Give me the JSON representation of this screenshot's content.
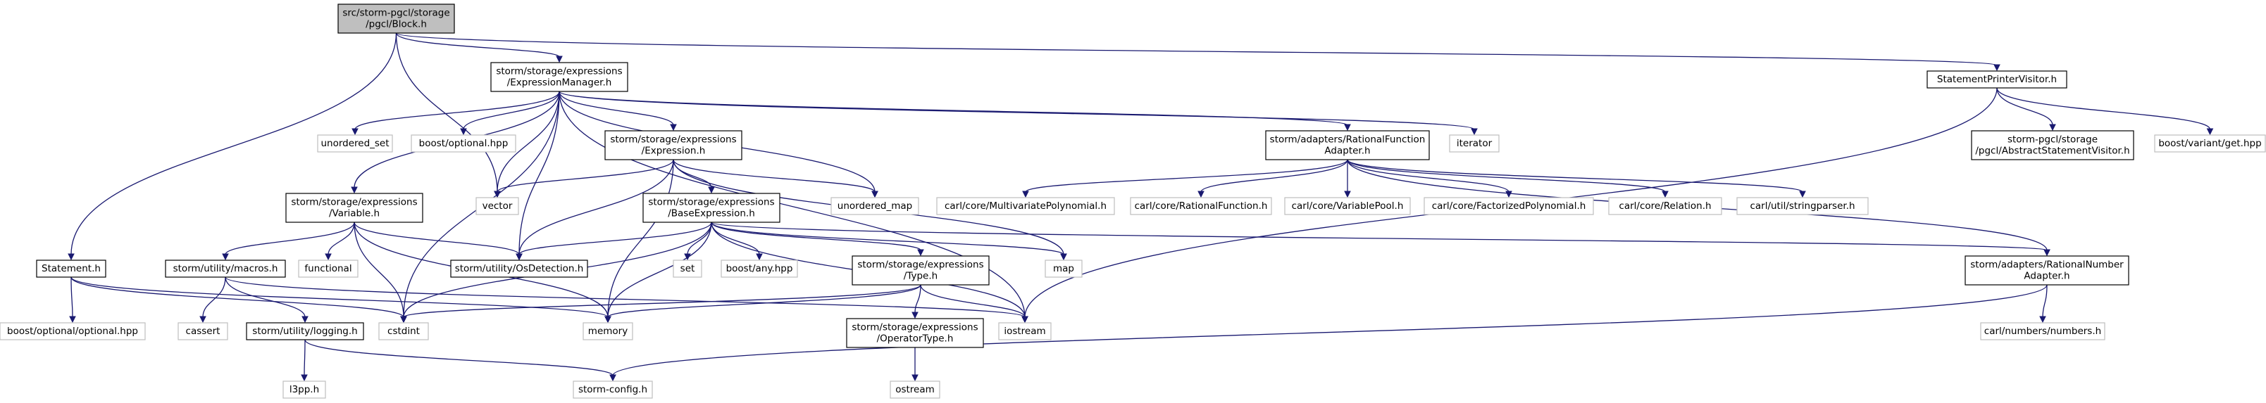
{
  "diagram": {
    "colors": {
      "edge": "#191970",
      "root_fill": "#bfbfbf",
      "node_border": "#000000",
      "external_border": "#bfbfbf"
    },
    "nodes": [
      {
        "id": "block",
        "lines": [
          "src/storm-pgcl/storage",
          "/pgcl/Block.h"
        ],
        "kind": "root"
      },
      {
        "id": "exprmgr",
        "lines": [
          "storm/storage/expressions",
          "/ExpressionManager.h"
        ],
        "kind": "internal"
      },
      {
        "id": "printer",
        "lines": [
          "StatementPrinterVisitor.h"
        ],
        "kind": "internal"
      },
      {
        "id": "unordered_set",
        "lines": [
          "unordered_set"
        ],
        "kind": "external"
      },
      {
        "id": "boost_optional",
        "lines": [
          "boost/optional.hpp"
        ],
        "kind": "external"
      },
      {
        "id": "expression",
        "lines": [
          "storm/storage/expressions",
          "/Expression.h"
        ],
        "kind": "internal"
      },
      {
        "id": "ratfunc",
        "lines": [
          "storm/adapters/RationalFunction",
          "Adapter.h"
        ],
        "kind": "internal"
      },
      {
        "id": "iterator",
        "lines": [
          "iterator"
        ],
        "kind": "external"
      },
      {
        "id": "abstractvisitor",
        "lines": [
          "storm-pgcl/storage",
          "/pgcl/AbstractStatementVisitor.h"
        ],
        "kind": "internal"
      },
      {
        "id": "boost_variant",
        "lines": [
          "boost/variant/get.hpp"
        ],
        "kind": "external"
      },
      {
        "id": "vector",
        "lines": [
          "vector"
        ],
        "kind": "external"
      },
      {
        "id": "unordered_map",
        "lines": [
          "unordered_map"
        ],
        "kind": "external"
      },
      {
        "id": "variable",
        "lines": [
          "storm/storage/expressions",
          "/Variable.h"
        ],
        "kind": "internal"
      },
      {
        "id": "baseexpr",
        "lines": [
          "storm/storage/expressions",
          "/BaseExpression.h"
        ],
        "kind": "internal"
      },
      {
        "id": "multipoly",
        "lines": [
          "carl/core/MultivariatePolynomial.h"
        ],
        "kind": "external"
      },
      {
        "id": "ratfunction",
        "lines": [
          "carl/core/RationalFunction.h"
        ],
        "kind": "external"
      },
      {
        "id": "varpool",
        "lines": [
          "carl/core/VariablePool.h"
        ],
        "kind": "external"
      },
      {
        "id": "factpoly",
        "lines": [
          "carl/core/FactorizedPolynomial.h"
        ],
        "kind": "external"
      },
      {
        "id": "relation",
        "lines": [
          "carl/core/Relation.h"
        ],
        "kind": "external"
      },
      {
        "id": "stringparser",
        "lines": [
          "carl/util/stringparser.h"
        ],
        "kind": "external"
      },
      {
        "id": "statement",
        "lines": [
          "Statement.h"
        ],
        "kind": "internal"
      },
      {
        "id": "macros",
        "lines": [
          "storm/utility/macros.h"
        ],
        "kind": "internal"
      },
      {
        "id": "functional",
        "lines": [
          "functional"
        ],
        "kind": "external"
      },
      {
        "id": "osdetect",
        "lines": [
          "storm/utility/OsDetection.h"
        ],
        "kind": "internal"
      },
      {
        "id": "set",
        "lines": [
          "set"
        ],
        "kind": "external"
      },
      {
        "id": "boost_any",
        "lines": [
          "boost/any.hpp"
        ],
        "kind": "external"
      },
      {
        "id": "type",
        "lines": [
          "storm/storage/expressions",
          "/Type.h"
        ],
        "kind": "internal"
      },
      {
        "id": "map",
        "lines": [
          "map"
        ],
        "kind": "external"
      },
      {
        "id": "ratnum",
        "lines": [
          "storm/adapters/RationalNumber",
          "Adapter.h"
        ],
        "kind": "internal"
      },
      {
        "id": "boost_opt_opt",
        "lines": [
          "boost/optional/optional.hpp"
        ],
        "kind": "external"
      },
      {
        "id": "cassert",
        "lines": [
          "cassert"
        ],
        "kind": "external"
      },
      {
        "id": "logging",
        "lines": [
          "storm/utility/logging.h"
        ],
        "kind": "internal"
      },
      {
        "id": "cstdint",
        "lines": [
          "cstdint"
        ],
        "kind": "external"
      },
      {
        "id": "memory",
        "lines": [
          "memory"
        ],
        "kind": "external"
      },
      {
        "id": "optype",
        "lines": [
          "storm/storage/expressions",
          "/OperatorType.h"
        ],
        "kind": "internal"
      },
      {
        "id": "iostream",
        "lines": [
          "iostream"
        ],
        "kind": "external"
      },
      {
        "id": "carlnumbers",
        "lines": [
          "carl/numbers/numbers.h"
        ],
        "kind": "external"
      },
      {
        "id": "l3pp",
        "lines": [
          "l3pp.h"
        ],
        "kind": "external"
      },
      {
        "id": "stormconfig",
        "lines": [
          "storm-config.h"
        ],
        "kind": "external"
      },
      {
        "id": "ostream",
        "lines": [
          "ostream"
        ],
        "kind": "external"
      }
    ],
    "edges": [
      [
        "block",
        "exprmgr"
      ],
      [
        "block",
        "printer"
      ],
      [
        "block",
        "vector"
      ],
      [
        "block",
        "statement"
      ],
      [
        "exprmgr",
        "unordered_set"
      ],
      [
        "exprmgr",
        "boost_optional"
      ],
      [
        "exprmgr",
        "expression"
      ],
      [
        "exprmgr",
        "ratfunc"
      ],
      [
        "exprmgr",
        "iterator"
      ],
      [
        "exprmgr",
        "vector"
      ],
      [
        "exprmgr",
        "unordered_map"
      ],
      [
        "exprmgr",
        "variable"
      ],
      [
        "exprmgr",
        "osdetect"
      ],
      [
        "exprmgr",
        "cstdint"
      ],
      [
        "exprmgr",
        "iostream"
      ],
      [
        "printer",
        "abstractvisitor"
      ],
      [
        "printer",
        "boost_variant"
      ],
      [
        "printer",
        "iostream"
      ],
      [
        "expression",
        "vector"
      ],
      [
        "expression",
        "unordered_map"
      ],
      [
        "expression",
        "baseexpr"
      ],
      [
        "expression",
        "osdetect"
      ],
      [
        "expression",
        "memory"
      ],
      [
        "expression",
        "map"
      ],
      [
        "ratfunc",
        "multipoly"
      ],
      [
        "ratfunc",
        "ratfunction"
      ],
      [
        "ratfunc",
        "varpool"
      ],
      [
        "ratfunc",
        "factpoly"
      ],
      [
        "ratfunc",
        "relation"
      ],
      [
        "ratfunc",
        "stringparser"
      ],
      [
        "ratfunc",
        "ratnum"
      ],
      [
        "variable",
        "macros"
      ],
      [
        "variable",
        "functional"
      ],
      [
        "variable",
        "osdetect"
      ],
      [
        "variable",
        "cstdint"
      ],
      [
        "variable",
        "memory"
      ],
      [
        "baseexpr",
        "set"
      ],
      [
        "baseexpr",
        "boost_any"
      ],
      [
        "baseexpr",
        "type"
      ],
      [
        "baseexpr",
        "map"
      ],
      [
        "baseexpr",
        "ratnum"
      ],
      [
        "baseexpr",
        "osdetect"
      ],
      [
        "baseexpr",
        "cstdint"
      ],
      [
        "baseexpr",
        "memory"
      ],
      [
        "baseexpr",
        "iostream"
      ],
      [
        "statement",
        "boost_opt_opt"
      ],
      [
        "statement",
        "cstdint"
      ],
      [
        "statement",
        "memory"
      ],
      [
        "macros",
        "cassert"
      ],
      [
        "macros",
        "logging"
      ],
      [
        "macros",
        "iostream"
      ],
      [
        "type",
        "optype"
      ],
      [
        "type",
        "memory"
      ],
      [
        "type",
        "cstdint"
      ],
      [
        "type",
        "iostream"
      ],
      [
        "ratnum",
        "carlnumbers"
      ],
      [
        "ratnum",
        "stormconfig"
      ],
      [
        "logging",
        "l3pp"
      ],
      [
        "logging",
        "stormconfig"
      ],
      [
        "optype",
        "ostream"
      ]
    ]
  }
}
